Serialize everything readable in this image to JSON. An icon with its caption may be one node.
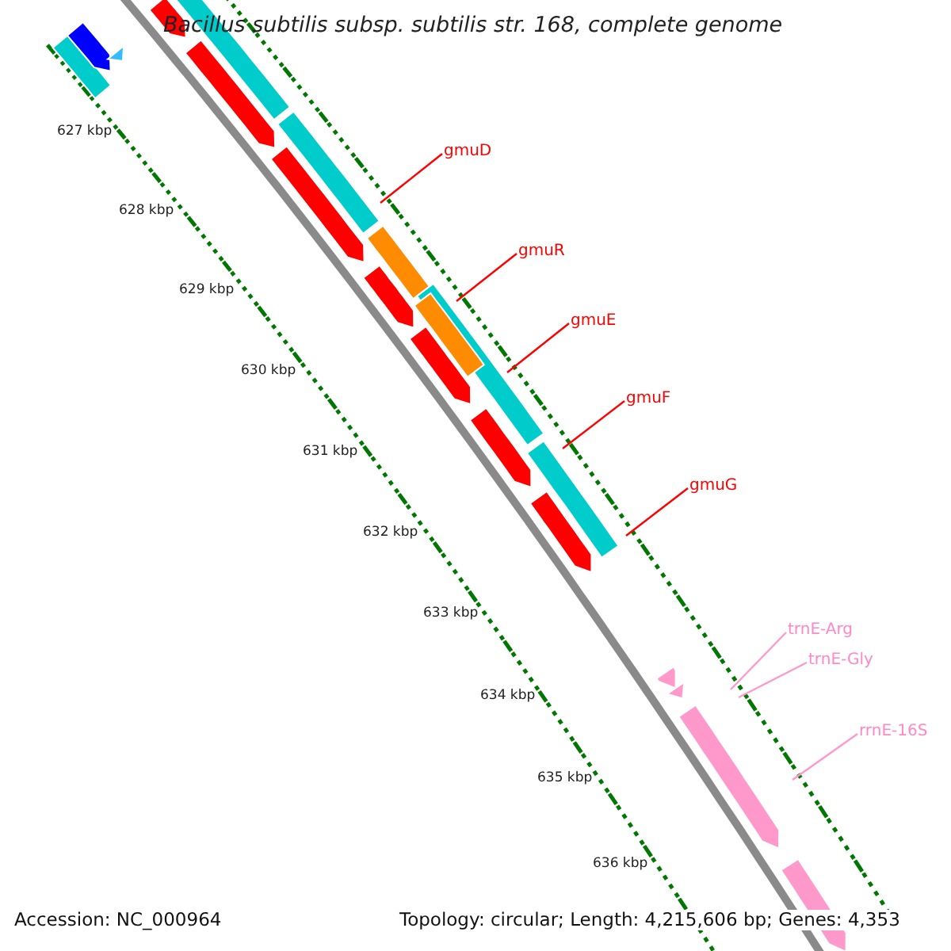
{
  "diagram": {
    "title": "Bacillus subtilis subsp. subtilis str. 168, complete genome",
    "nodes": [
      {
        "text": [
          "gmuD"
        ]
      },
      {
        "text": [
          "gmuR"
        ]
      },
      {
        "text": [
          "gmuE"
        ]
      },
      {
        "text": [
          "gmuF"
        ]
      },
      {
        "text": [
          "gmuG"
        ]
      },
      {
        "text": [
          "trnE-Arg"
        ]
      },
      {
        "text": [
          "trnE-Gly"
        ]
      },
      {
        "text": [
          "rrnE-16S"
        ]
      }
    ],
    "edges": [
      {
        "from": 0,
        "to": null,
        "arrow": "none"
      },
      {
        "from": 1,
        "to": null,
        "arrow": "none"
      },
      {
        "from": 2,
        "to": null,
        "arrow": "none"
      },
      {
        "from": 3,
        "to": null,
        "arrow": "none"
      },
      {
        "from": 4,
        "to": null,
        "arrow": "none"
      },
      {
        "from": 5,
        "to": null,
        "arrow": "none",
        "color": "#ff99cc"
      },
      {
        "from": 6,
        "to": null,
        "arrow": "none",
        "color": "#ff99cc"
      },
      {
        "from": 7,
        "to": null,
        "arrow": "none",
        "color": "#ff99cc"
      }
    ],
    "labels": [
      "627 kbp",
      "628 kbp",
      "629 kbp",
      "630 kbp",
      "631 kbp",
      "632 kbp",
      "633 kbp",
      "634 kbp",
      "635 kbp",
      "636 kbp",
      "Accession: NC_000964",
      "Topology: circular; Length: 4,215,606 bp; Genes: 4,353"
    ]
  }
}
